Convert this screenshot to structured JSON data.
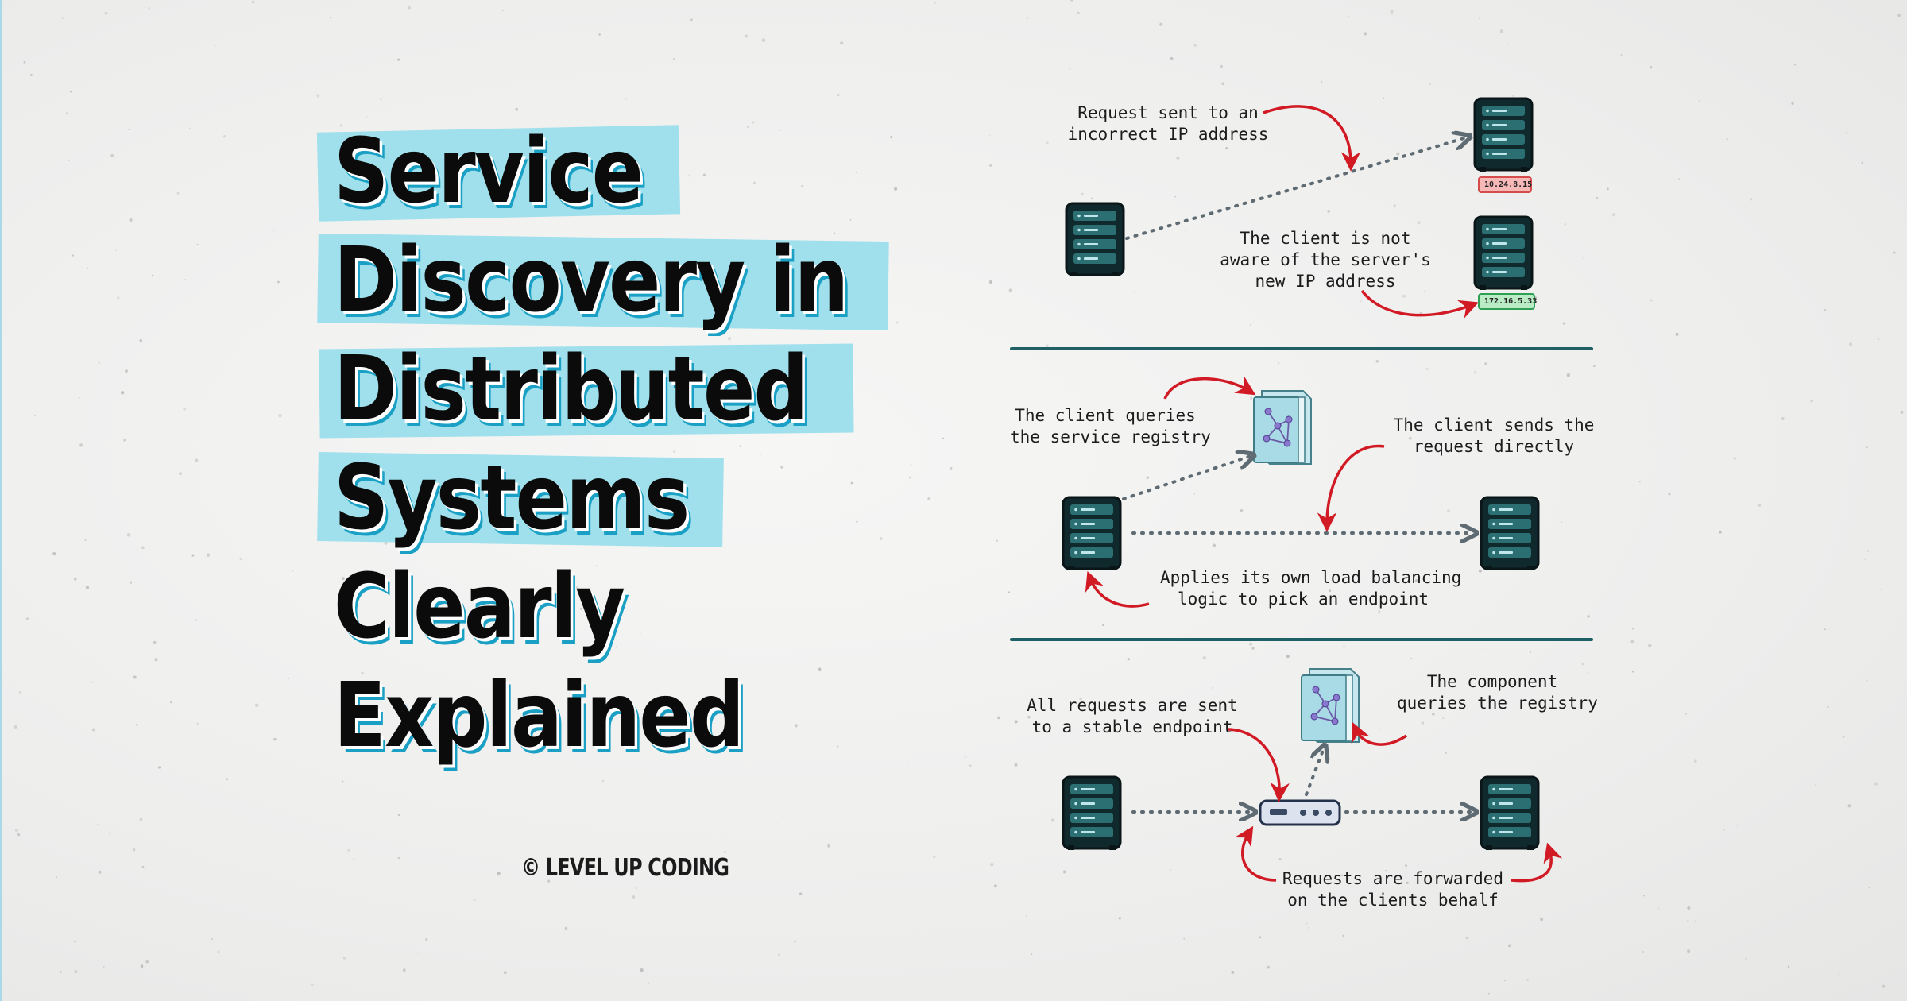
{
  "title": {
    "lines": [
      "Service",
      "Discovery in",
      "Distributed",
      "Systems",
      "Clearly",
      "Explained"
    ],
    "highlight_color": "#9fe0ec",
    "shadow_color": "#1aa0c4"
  },
  "credit": "© LEVEL UP CODING",
  "diagram": {
    "section1": {
      "note_incorrect_ip": "Request sent to an\nincorrect IP address",
      "note_client_unaware": "The client is not\naware of the server's\nnew IP address",
      "old_ip": "10.24.8.15",
      "new_ip": "172.16.5.33"
    },
    "section2": {
      "note_query_registry": "The client queries\nthe service registry",
      "note_send_directly": "The client sends the\nrequest directly",
      "note_load_balancing": "Applies its own load balancing\nlogic to pick an endpoint"
    },
    "section3": {
      "note_stable_endpoint": "All requests are sent\nto a stable endpoint",
      "note_component_queries": "The component\nqueries the registry",
      "note_forwarded": "Requests are forwarded\non the clients behalf"
    },
    "colors": {
      "server_dark": "#10292c",
      "server_teal": "#2b6f73",
      "arrow_red": "#d11a24",
      "dotted_arrow": "#5f6b73",
      "divider": "#1f5f66",
      "bad_ip": "#f7b8b8",
      "good_ip": "#b9ebc5"
    },
    "icons": [
      "server-icon",
      "service-registry-icon",
      "load-balancer-icon"
    ]
  }
}
